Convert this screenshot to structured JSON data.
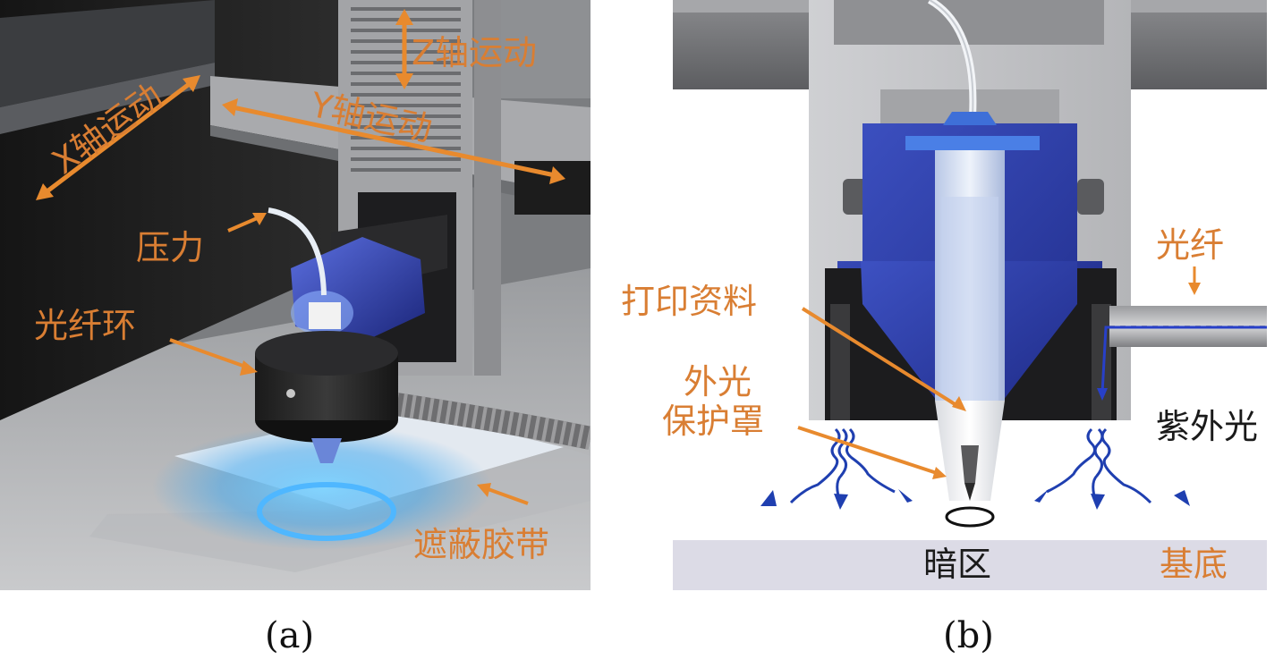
{
  "colors": {
    "label_orange": "#d97e33",
    "arrow_orange": "#e88a2e",
    "uv_blue": "#1f3fb0",
    "mount_blue": "#2c3fa8"
  },
  "panel_a": {
    "caption": "(a)",
    "labels": {
      "z_axis": "Z轴运动",
      "y_axis": "Y轴运动",
      "x_axis": "X轴运动",
      "pressure": "压力",
      "fiber_ring": "光纤环",
      "masking_tape": "遮蔽胶带"
    }
  },
  "panel_b": {
    "caption": "(b)",
    "labels": {
      "fiber": "光纤",
      "print_material": "打印资料",
      "shield_line1": "外光",
      "shield_line2": "保护罩",
      "uv_light": "紫外光",
      "dark_zone": "暗区",
      "substrate": "基底"
    }
  }
}
